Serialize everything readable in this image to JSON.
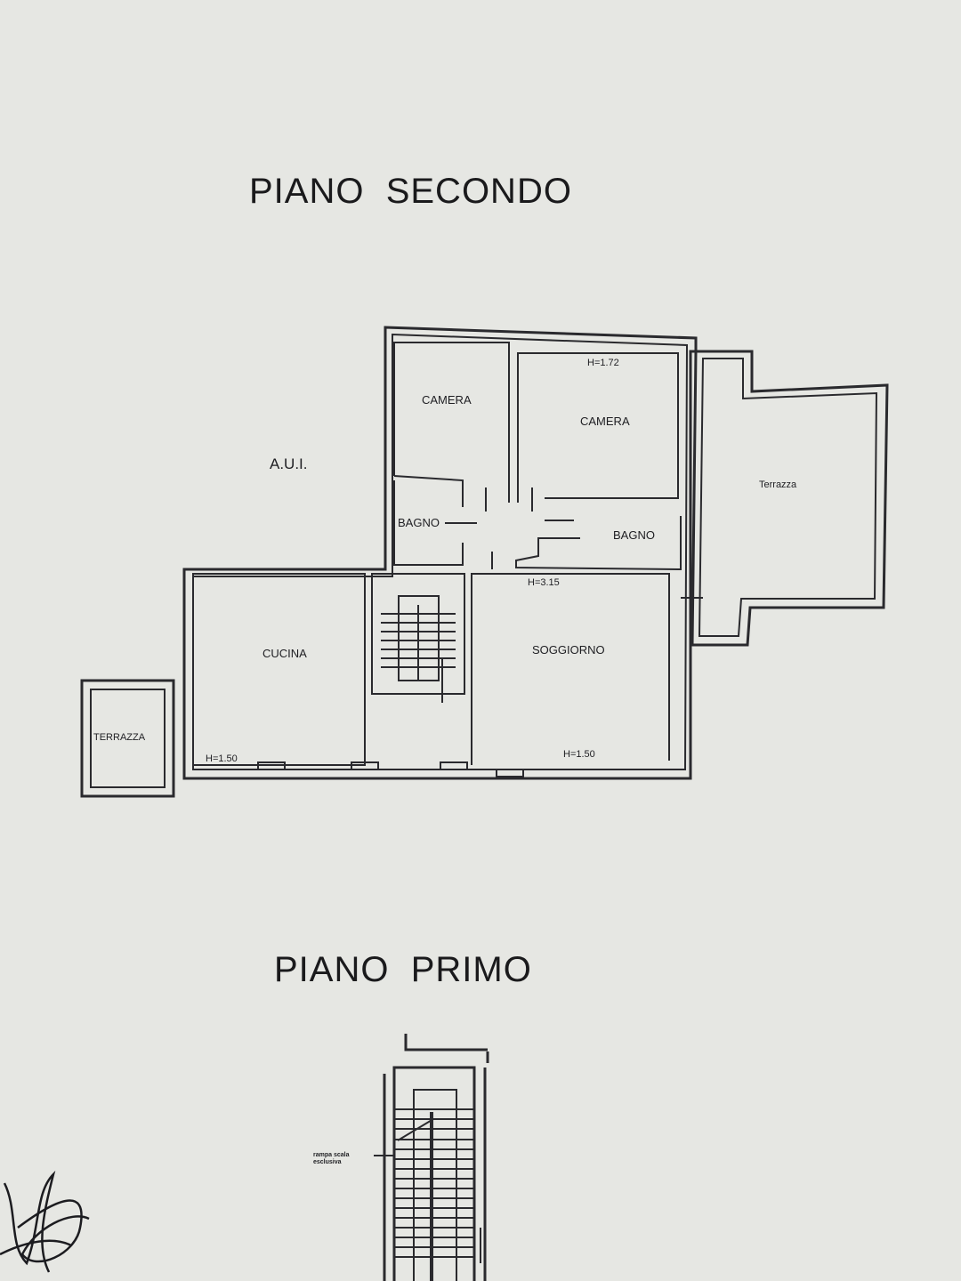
{
  "second_floor": {
    "title": "PIANO  SECONDO",
    "aui_label": "A.U.I.",
    "rooms": {
      "camera_1": "CAMERA",
      "camera_2": "CAMERA",
      "bagno_1": "BAGNO",
      "bagno_2": "BAGNO",
      "cucina": "CUCINA",
      "soggiorno": "SOGGIORNO",
      "terrazza_small": "TERRAZZA",
      "terrazza_large": "Terrazza"
    },
    "heights": {
      "camera_2": "H=1.72",
      "bagno_2": "H=3.15",
      "cucina": "H=1.50",
      "soggiorno": "H=1.50"
    }
  },
  "first_floor": {
    "title": "PIANO  PRIMO",
    "stair_note_line1": "rampa scala",
    "stair_note_line2": "esclusiva"
  }
}
